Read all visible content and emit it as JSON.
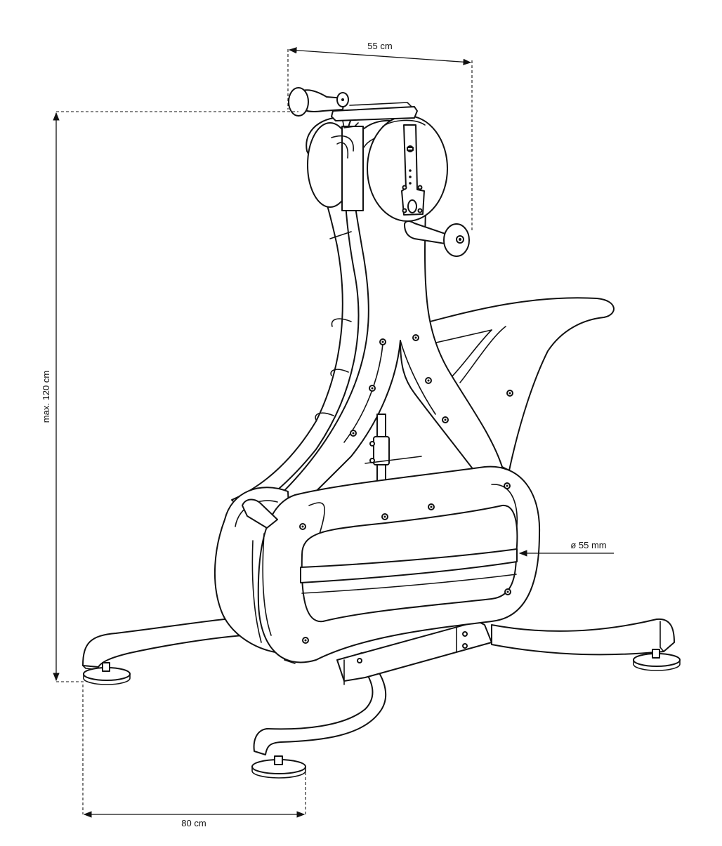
{
  "dimensions": {
    "width_label": "55 cm",
    "height_label": "max. 120 cm",
    "base_label": "80 cm",
    "diameter_label": "ø 55 mm"
  },
  "colors": {
    "line": "#111111",
    "background": "#ffffff"
  }
}
